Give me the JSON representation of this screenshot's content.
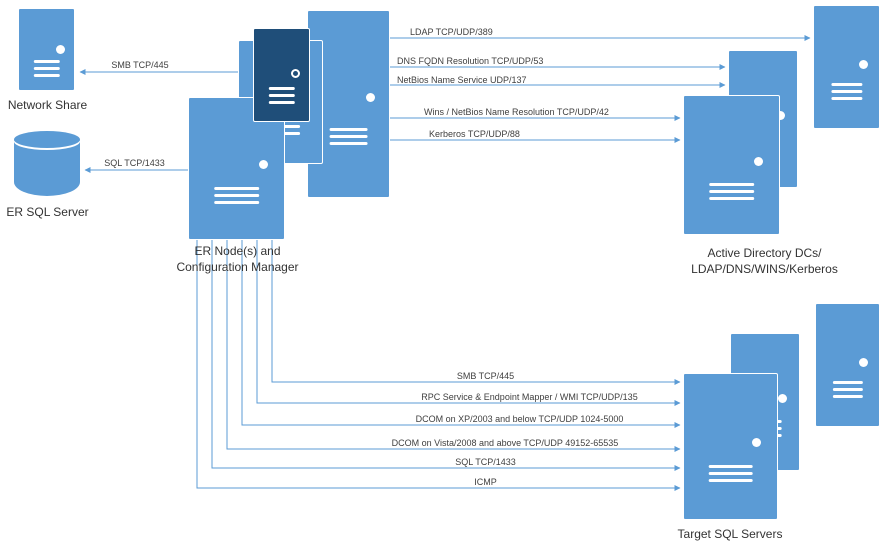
{
  "colors": {
    "server_blue": "#5B9BD5",
    "server_dark_blue": "#1F4E79",
    "connector_blue": "#5B9BD5",
    "label_text": "#404040"
  },
  "nodes": {
    "network_share": {
      "label": "Network Share"
    },
    "er_sql_server": {
      "label": "ER SQL Server"
    },
    "er_node_cluster": {
      "label_line1": "ER Node(s) and",
      "label_line2": "Configuration Manager"
    },
    "active_directory_cluster": {
      "label_line1": "Active Directory DCs/",
      "label_line2": "LDAP/DNS/WINS/Kerberos"
    },
    "target_sql_cluster": {
      "label": "Target SQL Servers"
    }
  },
  "connections": {
    "smb_network_share": {
      "label": "SMB TCP/445",
      "from": "er_node_cluster",
      "to": "network_share"
    },
    "sql_er_server": {
      "label": "SQL TCP/1433",
      "from": "er_node_cluster",
      "to": "er_sql_server"
    },
    "ldap": {
      "label": "LDAP TCP/UDP/389",
      "from": "er_node_cluster",
      "to": "active_directory_cluster"
    },
    "dns": {
      "label": "DNS FQDN Resolution TCP/UDP/53",
      "from": "er_node_cluster",
      "to": "active_directory_cluster"
    },
    "netbios_service": {
      "label": "NetBios Name Service  UDP/137",
      "from": "er_node_cluster",
      "to": "active_directory_cluster"
    },
    "wins": {
      "label": "Wins / NetBios Name Resolution  TCP/UDP/42",
      "from": "er_node_cluster",
      "to": "active_directory_cluster"
    },
    "kerberos": {
      "label": "Kerberos  TCP/UDP/88",
      "from": "er_node_cluster",
      "to": "active_directory_cluster"
    },
    "smb_target": {
      "label": "SMB TCP/445",
      "from": "er_node_cluster",
      "to": "target_sql_cluster"
    },
    "rpc": {
      "label": "RPC Service & Endpoint Mapper / WMI TCP/UDP/135",
      "from": "er_node_cluster",
      "to": "target_sql_cluster"
    },
    "dcom_xp": {
      "label": "DCOM on XP/2003 and below TCP/UDP 1024-5000",
      "from": "er_node_cluster",
      "to": "target_sql_cluster"
    },
    "dcom_vista": {
      "label": "DCOM on Vista/2008 and above TCP/UDP 49152-65535",
      "from": "er_node_cluster",
      "to": "target_sql_cluster"
    },
    "sql_target": {
      "label": "SQL TCP/1433",
      "from": "er_node_cluster",
      "to": "target_sql_cluster"
    },
    "icmp": {
      "label": "ICMP",
      "from": "er_node_cluster",
      "to": "target_sql_cluster"
    }
  }
}
